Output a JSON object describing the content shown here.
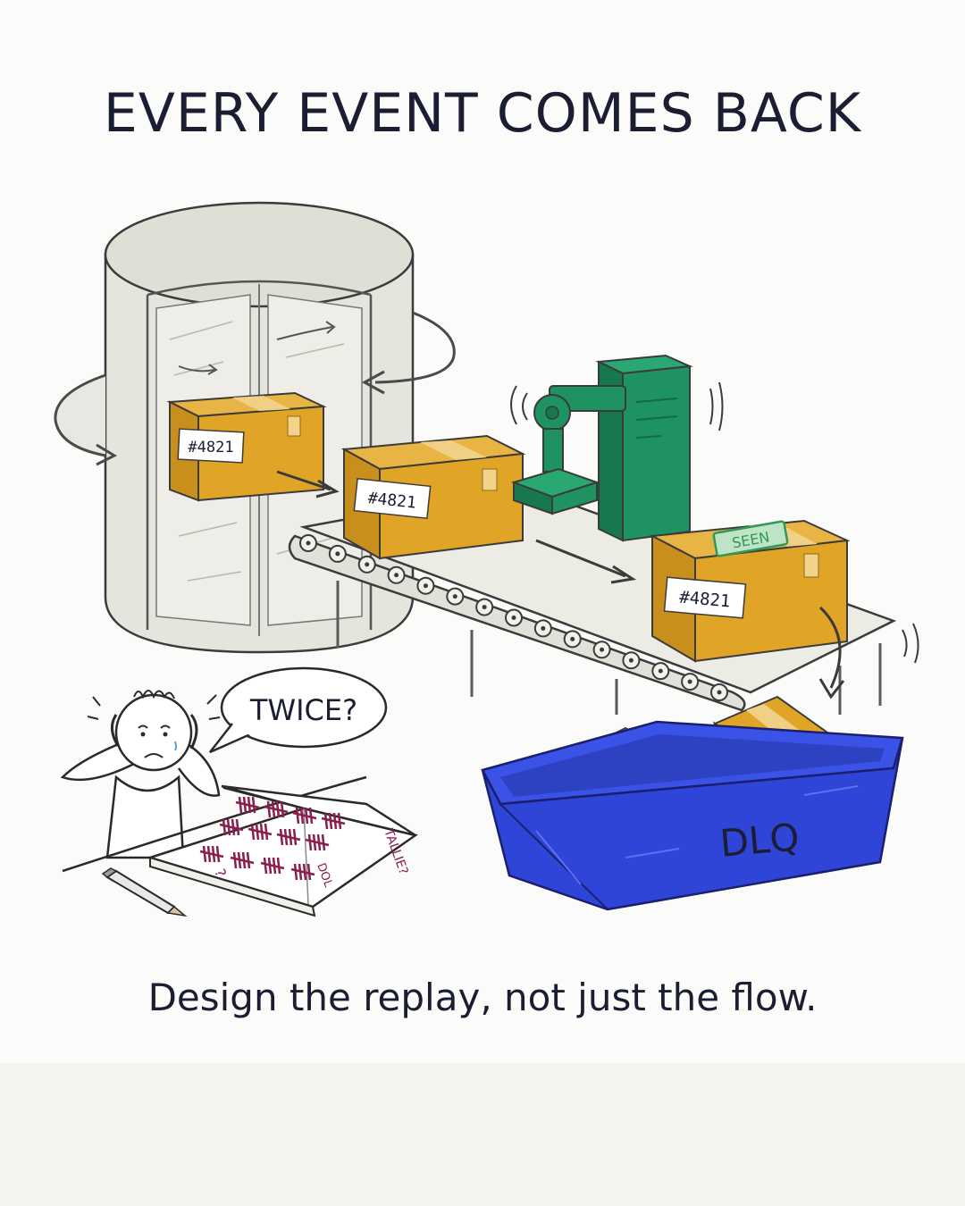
{
  "title": "EVERY EVENT COMES BACK",
  "caption": "Design the replay, not just the flow.",
  "boxes": {
    "box1_label": "#4821",
    "box2_label": "#4821",
    "box3_label": "#4821"
  },
  "stamp": "SEEN",
  "bin_label": "DLQ",
  "speech_bubble": "TWICE?",
  "notebook": {
    "note1": "TALLIE?",
    "note2": "DOL",
    "note3": "?"
  },
  "colors": {
    "box": "#e0a526",
    "box_dark": "#b88216",
    "machine": "#1e9260",
    "bin": "#2f45d8",
    "tally": "#8a1f4e",
    "stamp": "#2e9a55",
    "ink": "#1b1e33"
  }
}
